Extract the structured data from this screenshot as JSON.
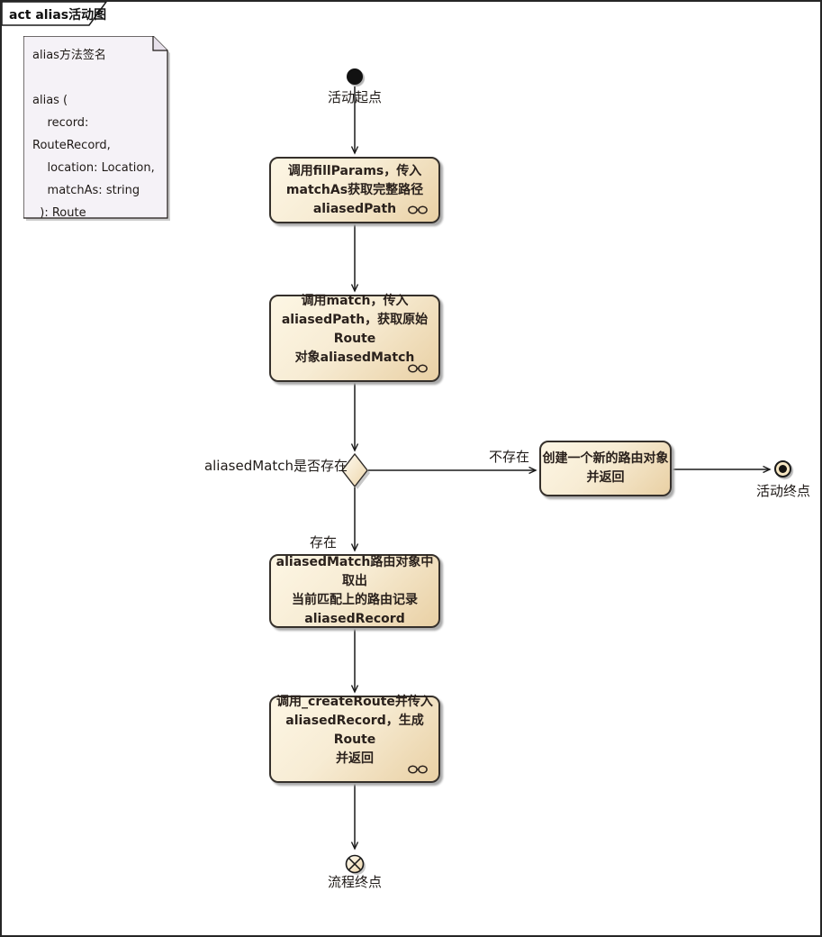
{
  "frame": {
    "title": "act alias活动图"
  },
  "note": {
    "text": "alias方法签名\n\nalias (\n    record: RouteRecord,\n    location: Location,\n    matchAs: string\n  ): Route"
  },
  "nodes": {
    "initial": {
      "label": "活动起点"
    },
    "fill_params": {
      "text": "调用fillParams，传入\nmatchAs获取完整路径\naliasedPath",
      "icon": "call-behavior-icon"
    },
    "match": {
      "text": "调用match，传入\naliasedPath，获取原始Route\n对象aliasedMatch",
      "icon": "call-behavior-icon"
    },
    "decision": {
      "label": "aliasedMatch是否存在"
    },
    "create_new_route": {
      "text": "创建一个新的路由对象\n并返回"
    },
    "activity_final": {
      "label": "活动终点"
    },
    "extract_record": {
      "text": "aliasedMatch路由对象中取出\n当前匹配上的路由记录\naliasedRecord"
    },
    "create_route": {
      "text": "调用_createRoute并传入\naliasedRecord，生成Route\n并返回",
      "icon": "call-behavior-icon"
    },
    "flow_final": {
      "label": "流程终点"
    }
  },
  "edges": {
    "not_exists_label": "不存在",
    "exists_label": "存在"
  },
  "colors": {
    "action_fill_top": "#FDF6E4",
    "action_fill_bottom": "#E9D0A4",
    "action_border": "#35302B",
    "note_fill": "#F5F2F7",
    "connector": "#1A1A1A",
    "shadow": "#ABABAB"
  }
}
